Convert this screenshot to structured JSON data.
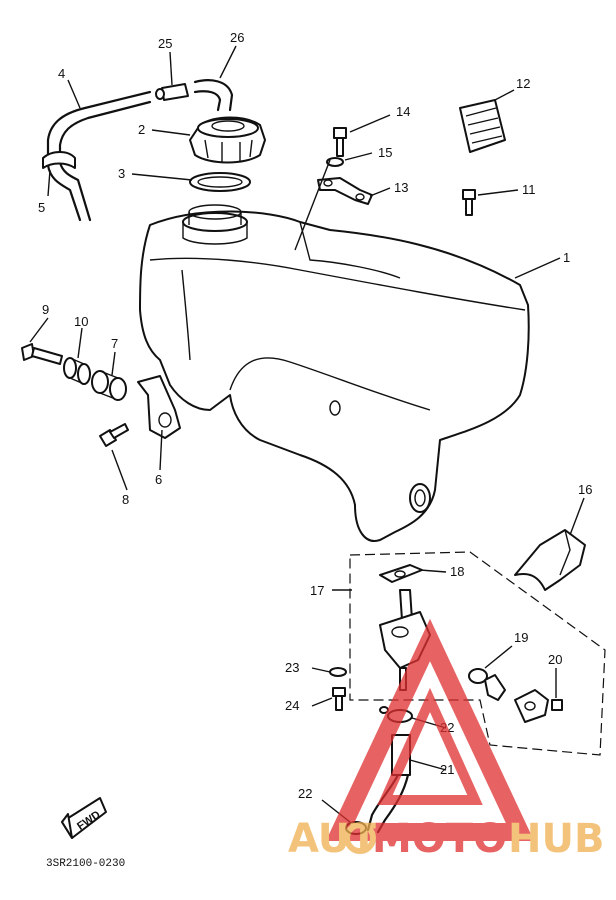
{
  "diagram_code": "3SR2100-0230",
  "fwd_label": "FWD",
  "watermark": {
    "text_a": "AUT",
    "text_b": "MOTO",
    "text_c": "HUB",
    "color_primary": "#e03030",
    "color_secondary": "#f0b050"
  },
  "callouts": [
    "1",
    "2",
    "3",
    "4",
    "5",
    "6",
    "7",
    "8",
    "9",
    "10",
    "11",
    "12",
    "13",
    "14",
    "15",
    "16",
    "17",
    "18",
    "19",
    "20",
    "21",
    "22",
    "22",
    "23",
    "24",
    "25",
    "26"
  ]
}
